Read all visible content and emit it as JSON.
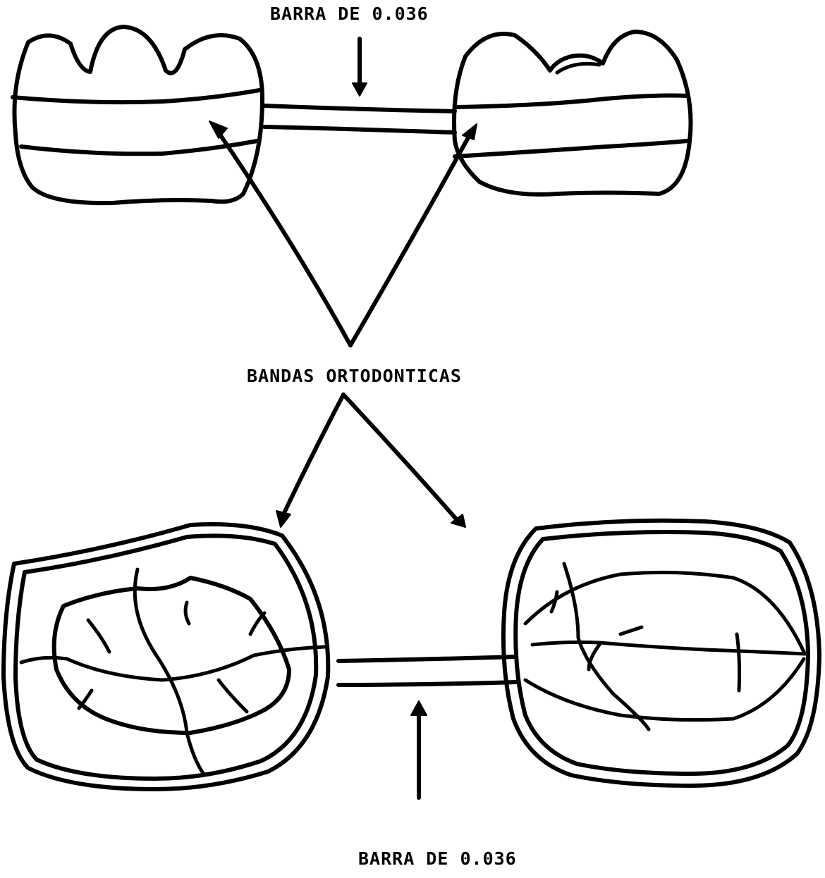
{
  "labels": {
    "top_bar": "BARRA DE 0.036",
    "bands": "BANDAS ORTODONTICAS",
    "bottom_bar": "BARRA DE 0.036"
  },
  "colors": {
    "ink": "#000000",
    "paper": "#ffffff"
  }
}
